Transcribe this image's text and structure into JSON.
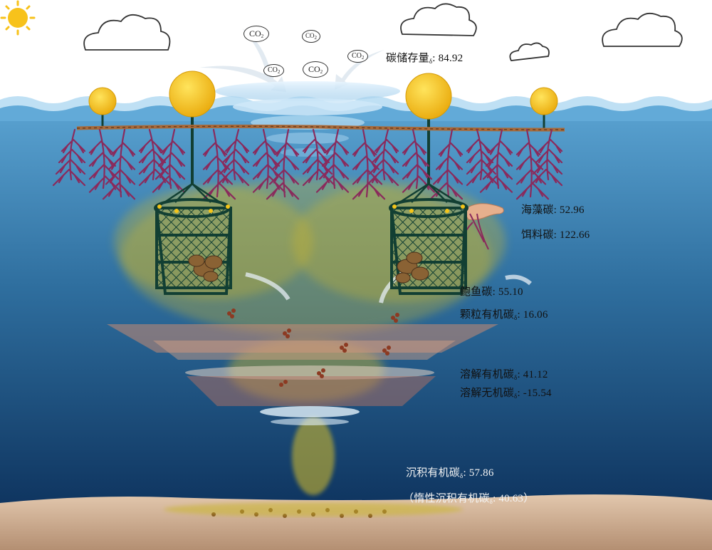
{
  "co2_molecules": [
    {
      "label": "CO",
      "sub": "2"
    },
    {
      "label": "CO",
      "sub": "2"
    },
    {
      "label": "CO",
      "sub": "2"
    },
    {
      "label": "CO",
      "sub": "2"
    },
    {
      "label": "CO",
      "sub": "2"
    },
    {
      "label": "CO",
      "sub": "2"
    }
  ],
  "labels": {
    "carbon_storage": {
      "name": "碳储存量",
      "sub": "δ",
      "value": ": 84.92"
    },
    "seaweed_carbon": {
      "name": "海藻碳",
      "value": ": 52.96"
    },
    "feed_carbon": {
      "name": "饵料碳",
      "value": ": 122.66"
    },
    "abalone_carbon": {
      "name": "鲍鱼碳",
      "value": ": 55.10"
    },
    "poc": {
      "name": "颗粒有机碳",
      "sub": "δ",
      "value": ": 16.06"
    },
    "doc": {
      "name": "溶解有机碳",
      "sub": "δ",
      "value": ": 41.12"
    },
    "dic": {
      "name": "溶解无机碳",
      "sub": "δ",
      "value": ": -15.54"
    },
    "sediment_oc": {
      "name": "沉积有机碳",
      "sub": "δ",
      "value": ": 57.86"
    },
    "inert_sediment_oc": {
      "prefix": "（",
      "name": "惰性沉积有机碳",
      "sub": "δ",
      "value": ": 40.63",
      "suffix": "）"
    }
  },
  "colors": {
    "sky": "#ffffff",
    "sea_top": "#4f97c8",
    "sea_bottom": "#143c66",
    "seabed": "#d3b79c",
    "buoy": "#f5c518",
    "seaweed": "#8a2a5c",
    "cage": "#123f33",
    "particles": "#c9b52f"
  }
}
